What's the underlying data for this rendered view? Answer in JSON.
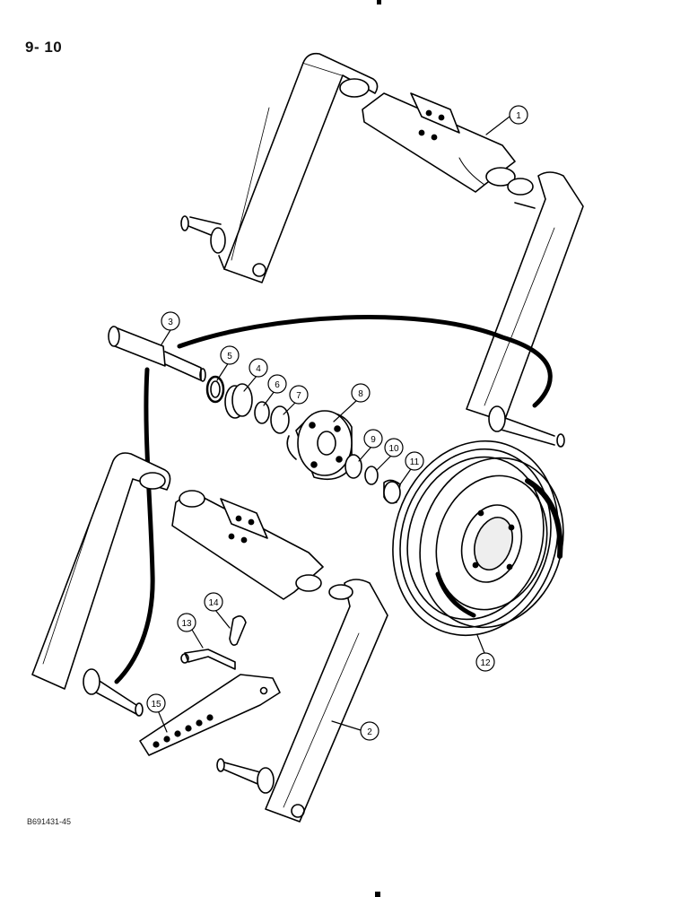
{
  "page": {
    "number": "9- 10",
    "reference": "B691431-45"
  },
  "callouts": [
    {
      "id": "callout-1",
      "label": "1"
    },
    {
      "id": "callout-2",
      "label": "2"
    },
    {
      "id": "callout-3",
      "label": "3"
    },
    {
      "id": "callout-4",
      "label": "4"
    },
    {
      "id": "callout-5",
      "label": "5"
    },
    {
      "id": "callout-6",
      "label": "6"
    },
    {
      "id": "callout-7",
      "label": "7"
    },
    {
      "id": "callout-8",
      "label": "8"
    },
    {
      "id": "callout-9",
      "label": "9"
    },
    {
      "id": "callout-10",
      "label": "10"
    },
    {
      "id": "callout-11",
      "label": "11"
    },
    {
      "id": "callout-12",
      "label": "12"
    },
    {
      "id": "callout-13",
      "label": "13"
    },
    {
      "id": "callout-14",
      "label": "14"
    },
    {
      "id": "callout-15",
      "label": "15"
    }
  ]
}
